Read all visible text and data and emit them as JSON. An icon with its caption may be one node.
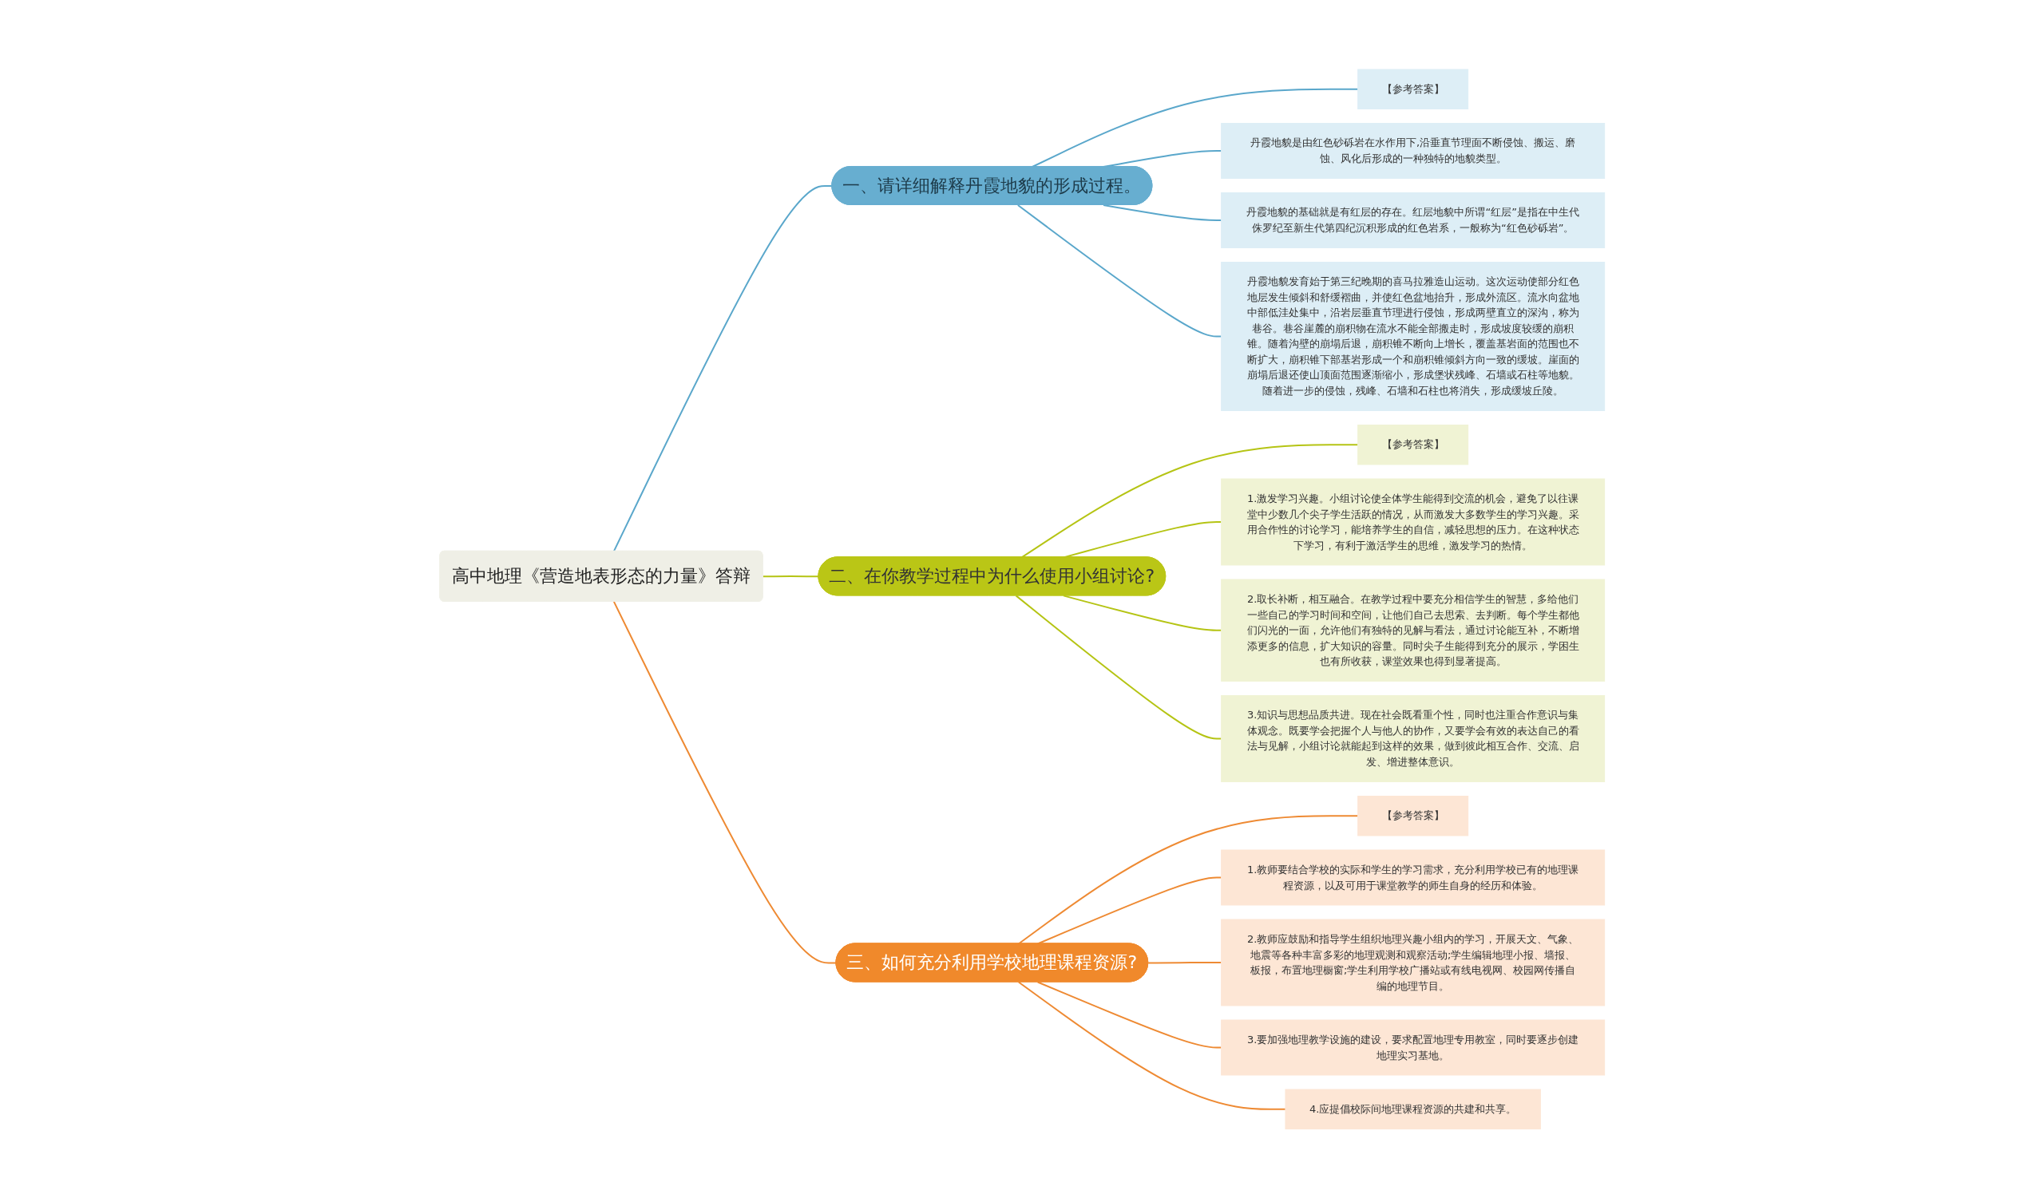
{
  "diagram": {
    "nodes": [
      {
        "text": [
          "高中地理《营造地表形态的力量》答辩"
        ]
      },
      {
        "text": [
          "一、请详细解释丹霞地貌的形成过程。"
        ]
      },
      {
        "text": [
          "【参考答案】"
        ]
      },
      {
        "text": [
          "丹霞地貌是由红色砂砾岩在水作用下,沿垂直节理面不断侵蚀、搬运、磨蚀、风化后形成的一种独特的地貌类型。"
        ]
      },
      {
        "text": [
          "丹霞地貌的基础就是有红层的存在。红层地貌中所谓“红层”是指在中生代侏罗纪至新生代第四纪沉积形成的红色岩系，一般称为“红色砂砾岩”。"
        ]
      },
      {
        "text": [
          "丹霞地貌发育始于第三纪晚期的喜马拉雅造山运动。这次运动使部分红色地层发生倾斜和舒缓褶曲，并使红色盆地抬升，形成外流区。流水向盆地中部低洼处集中，沿岩层垂直节理进行侵蚀，形成两壁直立的深沟，称为巷谷。巷谷崖麓的崩积物在流水不能全部搬走时，形成坡度较缓的崩积锥。随着沟壁的崩塌后退，崩积锥不断向上增长，覆盖基岩面的范围也不断扩大，崩积锥下部基岩形成一个和崩积锥倾斜方向一致的缓坡。崖面的崩塌后退还使山顶面范围逐渐缩小，形成堡状残峰、石墙或石柱等地貌。随着进一步的侵蚀，残峰、石墙和石柱也将消失，形成缓坡丘陵。"
        ]
      },
      {
        "text": [
          "二、在你教学过程中为什么使用小组讨论?"
        ]
      },
      {
        "text": [
          "【参考答案】"
        ]
      },
      {
        "text": [
          "1.激发学习兴趣。小组讨论使全体学生能得到交流的机会，避免了以往课堂中少数几个尖子学生活跃的情况，从而激发大多数学生的学习兴趣。采用合作性的讨论学习，能培养学生的自信，减轻思想的压力。在这种状态下学习，有利于激活学生的思维，激发学习的热情。"
        ]
      },
      {
        "text": [
          "2.取长补断，相互融合。在教学过程中要充分相信学生的智慧，多给他们一些自己的学习时间和空间，让他们自己去思索、去判断。每个学生都他们闪光的一面，允许他们有独特的见解与看法，通过讨论能互补，不断增添更多的信息，扩大知识的容量。同时尖子生能得到充分的展示，学困生也有所收获，课堂效果也得到显著提高。"
        ]
      },
      {
        "text": [
          "3.知识与思想品质共进。现在社会既看重个性，同时也注重合作意识与集体观念。既要学会把握个人与他人的协作，又要学会有效的表达自己的看法与见解，小组讨论就能起到这样的效果，做到彼此相互合作、交流、启发、增进整体意识。"
        ]
      },
      {
        "text": [
          "三、如何充分利用学校地理课程资源?"
        ]
      },
      {
        "text": [
          "【参考答案】"
        ]
      },
      {
        "text": [
          "1.教师要结合学校的实际和学生的学习需求，充分利用学校已有的地理课程资源，以及可用于课堂教学的师生自身的经历和体验。"
        ]
      },
      {
        "text": [
          "2.教师应鼓励和指导学生组织地理兴趣小组内的学习，开展天文、气象、地震等各种丰富多彩的地理观测和观察活动;学生编辑地理小报、墙报、板报，布置地理橱窗;学生利用学校广播站或有线电视网、校园网传播自编的地理节目。"
        ]
      },
      {
        "text": [
          "3.要加强地理教学设施的建设，要求配置地理专用教室，同时要逐步创建地理实习基地。"
        ]
      },
      {
        "text": [
          "4.应提倡校际间地理课程资源的共建和共享。"
        ]
      }
    ],
    "edges": [
      {
        "from": 0,
        "to": 1,
        "arrow": "none",
        "color": "#5aa7cb"
      },
      {
        "from": 1,
        "to": 2,
        "arrow": "none",
        "color": "#5aa7cb"
      },
      {
        "from": 1,
        "to": 3,
        "arrow": "none",
        "color": "#5aa7cb"
      },
      {
        "from": 1,
        "to": 4,
        "arrow": "none",
        "color": "#5aa7cb"
      },
      {
        "from": 1,
        "to": 5,
        "arrow": "none",
        "color": "#5aa7cb"
      },
      {
        "from": 0,
        "to": 6,
        "arrow": "none",
        "color": "#b5c414"
      },
      {
        "from": 6,
        "to": 7,
        "arrow": "none",
        "color": "#b5c414"
      },
      {
        "from": 6,
        "to": 8,
        "arrow": "none",
        "color": "#b5c414"
      },
      {
        "from": 6,
        "to": 9,
        "arrow": "none",
        "color": "#b5c414"
      },
      {
        "from": 6,
        "to": 10,
        "arrow": "none",
        "color": "#b5c414"
      },
      {
        "from": 0,
        "to": 11,
        "arrow": "none",
        "color": "#ee8a33"
      },
      {
        "from": 11,
        "to": 12,
        "arrow": "none",
        "color": "#ee8a33"
      },
      {
        "from": 11,
        "to": 13,
        "arrow": "none",
        "color": "#ee8a33"
      },
      {
        "from": 11,
        "to": 14,
        "arrow": "none",
        "color": "#ee8a33"
      },
      {
        "from": 11,
        "to": 15,
        "arrow": "none",
        "color": "#ee8a33"
      },
      {
        "from": 11,
        "to": 16,
        "arrow": "none",
        "color": "#ee8a33"
      }
    ]
  }
}
